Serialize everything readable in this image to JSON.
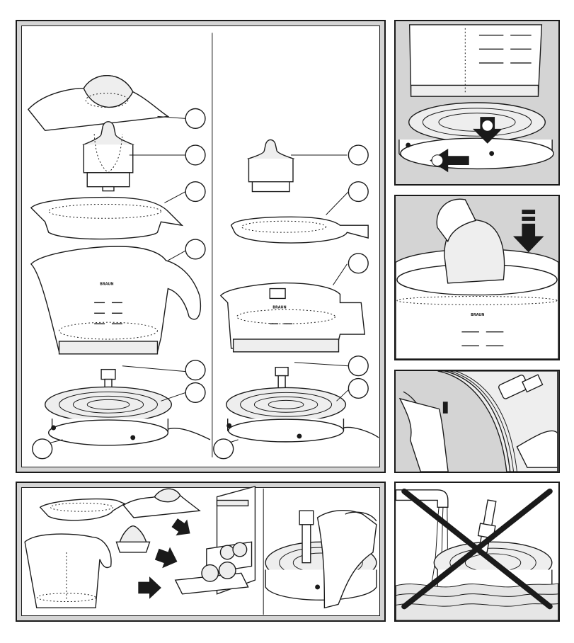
{
  "brand": {
    "logo_text": "BRAUN"
  },
  "colors": {
    "panel_bg": "#d4d4d4",
    "line": "#1a1a1a",
    "paper": "#ffffff"
  },
  "panels": [
    {
      "id": "assembly",
      "content": "exploded assembly views, two models"
    },
    {
      "id": "remove-jug",
      "icons": [
        "arrow-down-icon",
        "arrow-left-icon"
      ]
    },
    {
      "id": "press-fruit",
      "icons": [
        "arrow-down-icon"
      ]
    },
    {
      "id": "cord-storage"
    },
    {
      "id": "cleaning",
      "icons": [
        "arrow-right-icon"
      ]
    },
    {
      "id": "no-water-immersion",
      "icons": [
        "cross-icon"
      ]
    }
  ]
}
